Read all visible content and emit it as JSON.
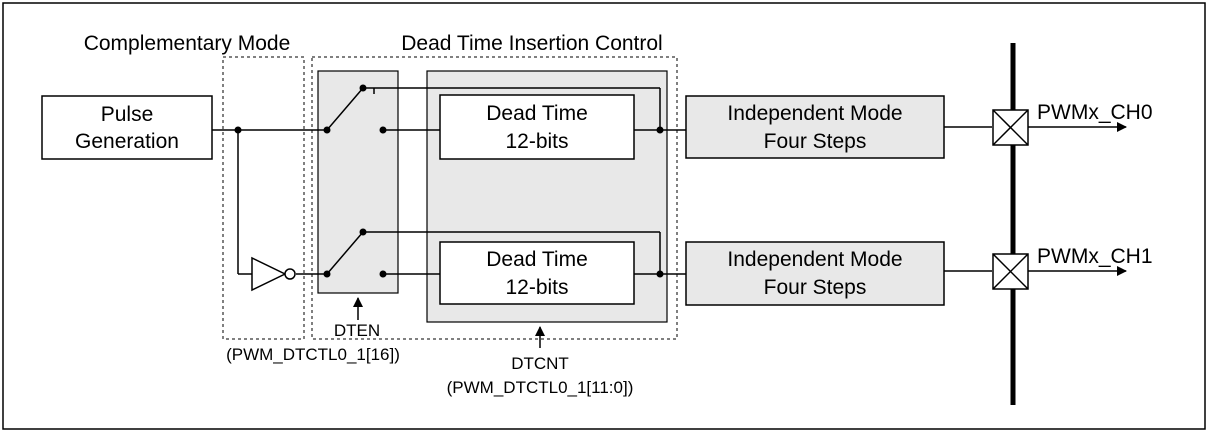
{
  "diagram": {
    "group_labels": {
      "complementary_mode": "Complementary Mode",
      "dead_time_insertion_control": "Dead Time Insertion Control"
    },
    "pulse_generation": {
      "line1": "Pulse",
      "line2": "Generation"
    },
    "dead_time_upper": {
      "line1": "Dead Time",
      "line2": "12-bits"
    },
    "dead_time_lower": {
      "line1": "Dead Time",
      "line2": "12-bits"
    },
    "independent_upper": {
      "line1": "Independent Mode",
      "line2": "Four Steps"
    },
    "independent_lower": {
      "line1": "Independent Mode",
      "line2": "Four Steps"
    },
    "outputs": {
      "ch0": "PWMx_CH0",
      "ch1": "PWMx_CH1"
    },
    "dten": {
      "name": "DTEN",
      "register": "(PWM_DTCTL0_1[16])"
    },
    "dtcnt": {
      "name": "DTCNT",
      "register": "(PWM_DTCTL0_1[11:0])"
    },
    "colors": {
      "block_fill": "#e8e8e8",
      "line": "#000000",
      "background": "#ffffff"
    }
  }
}
